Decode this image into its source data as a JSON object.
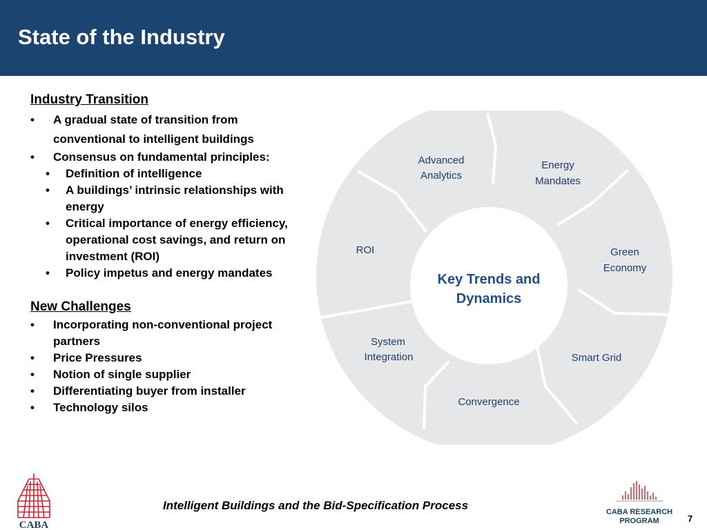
{
  "slide": {
    "title": "State of the Industry",
    "footer": "Intelligent Buildings and the Bid-Specification Process",
    "page_number": "7"
  },
  "industry_transition": {
    "heading": "Industry Transition",
    "points": [
      "A gradual state of transition from conventional to intelligent buildings",
      "Consensus on fundamental principles:"
    ],
    "sub_points": [
      "Definition of intelligence",
      "A buildings’ intrinsic relationships with energy",
      "Critical importance of energy efficiency, operational cost savings, and return on investment (ROI)",
      "Policy impetus and energy mandates"
    ]
  },
  "new_challenges": {
    "heading": "New Challenges",
    "points": [
      "Incorporating non-conventional project partners",
      "Price Pressures",
      "Notion of single supplier",
      "Differentiating buyer from installer",
      "Technology silos"
    ]
  },
  "diagram": {
    "center_line1": "Key Trends and",
    "center_line2": "Dynamics",
    "segments": [
      {
        "line1": "Advanced",
        "line2": "Analytics"
      },
      {
        "line1": "Energy",
        "line2": "Mandates"
      },
      {
        "line1": "Green",
        "line2": "Economy"
      },
      {
        "line1": "Smart Grid",
        "line2": ""
      },
      {
        "line1": "Convergence",
        "line2": ""
      },
      {
        "line1": "System",
        "line2": "Integration"
      },
      {
        "line1": "ROI",
        "line2": ""
      }
    ],
    "colors": {
      "segment": "#e6e7e9",
      "gap": "#ffffff",
      "label": "#1b3f68",
      "center_text": "#1f4f8f"
    }
  },
  "logos": {
    "caba": "CABA",
    "caba_research_line1": "CABA RESEARCH",
    "caba_research_line2": "PROGRAM",
    "colors": {
      "red": "#d6202b",
      "navy": "#1b3f68",
      "gray": "#9a9a9a"
    }
  },
  "colors": {
    "header_bg": "#1b4470",
    "header_text": "#ffffff"
  }
}
